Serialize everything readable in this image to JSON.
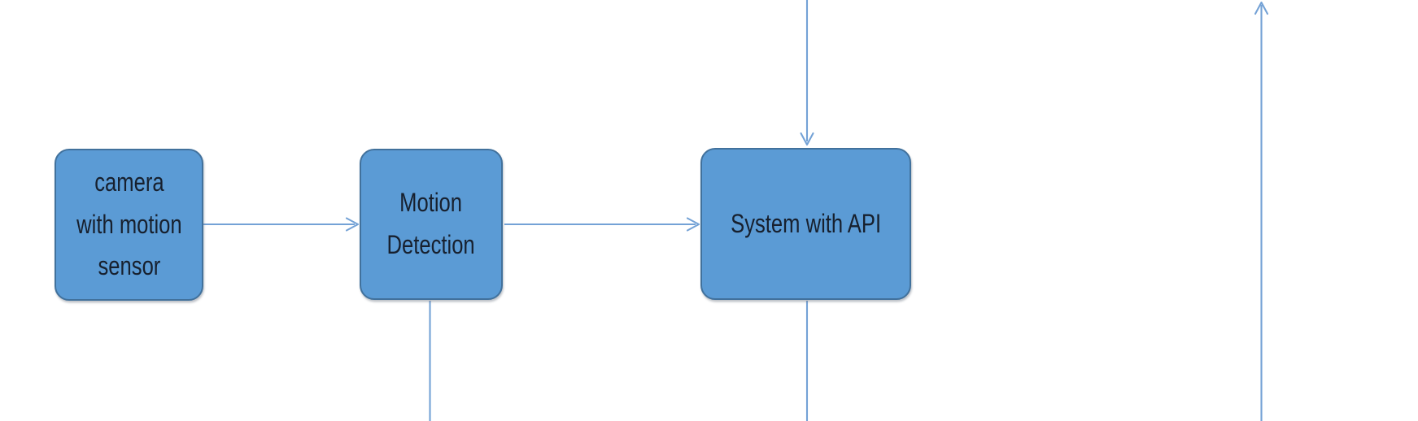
{
  "diagram": {
    "type": "flowchart",
    "colors": {
      "canvas-bg": "#ffffff",
      "node-fill": "#5b9bd5",
      "node-border": "#41719c",
      "connector": "#74a2d6",
      "node-text": "#17202e"
    },
    "nodes": [
      {
        "id": "camera",
        "label": "camera\nwith motion\nsensor"
      },
      {
        "id": "motion-detection",
        "label": "Motion\nDetection"
      },
      {
        "id": "system-api",
        "label": "System with API"
      }
    ],
    "edges": [
      {
        "from": "camera",
        "to": "motion-detection",
        "style": "arrow-right"
      },
      {
        "from": "motion-detection",
        "to": "system-api",
        "style": "arrow-right"
      },
      {
        "from": "offscreen-top",
        "to": "system-api",
        "style": "arrow-down"
      },
      {
        "from": "motion-detection",
        "to": "offscreen-bottom",
        "style": "plain-line-down"
      },
      {
        "from": "system-api",
        "to": "offscreen-bottom",
        "style": "plain-line-down"
      },
      {
        "from": "offscreen-bottom-right",
        "to": "offscreen-top-right",
        "style": "arrow-up"
      }
    ]
  }
}
